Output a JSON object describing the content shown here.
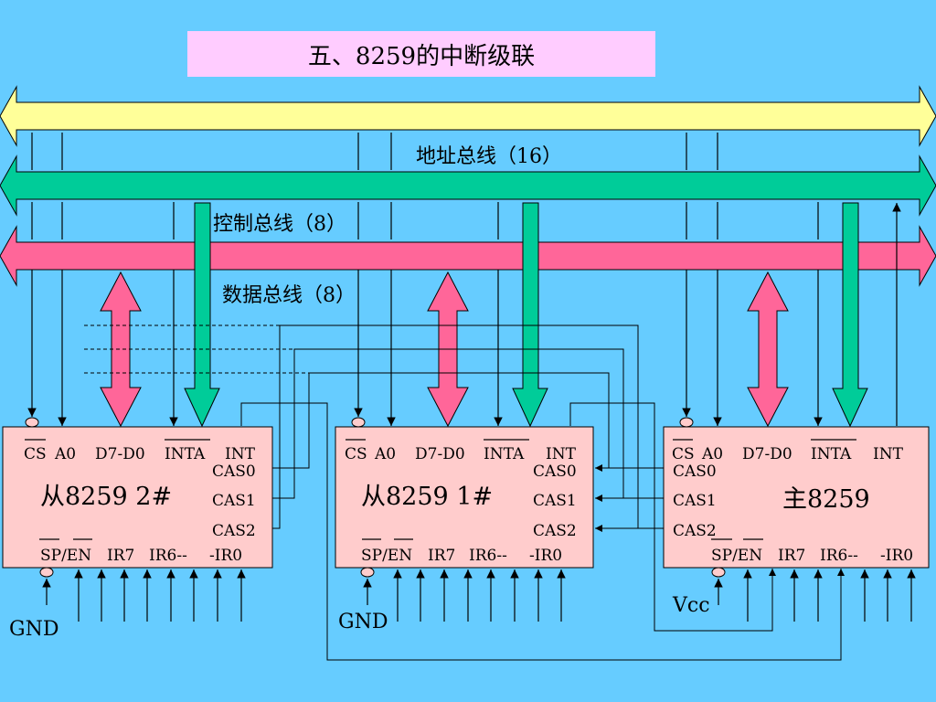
{
  "title": "五、8259的中断级联",
  "buses": {
    "address": "地址总线（16）",
    "control": "控制总线（8）",
    "data": "数据总线（8）"
  },
  "chips": [
    {
      "name": "从8259 2#",
      "top_pins": [
        "CS",
        "A0",
        "D7-D0",
        "INTA",
        "INT"
      ],
      "cas": [
        "CAS0",
        "CAS1",
        "CAS2"
      ],
      "bottom_pins": [
        "SP/EN",
        "IR7",
        "IR6--",
        "-IR0"
      ]
    },
    {
      "name": "从8259 1#",
      "top_pins": [
        "CS",
        "A0",
        "D7-D0",
        "INTA",
        "INT"
      ],
      "cas": [
        "CAS0",
        "CAS1",
        "CAS2"
      ],
      "bottom_pins": [
        "SP/EN",
        "IR7",
        "IR6--",
        "-IR0"
      ]
    },
    {
      "name": "主8259",
      "top_pins": [
        "CS",
        "A0",
        "D7-D0",
        "INTA",
        "INT"
      ],
      "cas": [
        "CAS0",
        "CAS1",
        "CAS2"
      ],
      "bottom_pins": [
        "SP/EN",
        "IR7",
        "IR6--",
        "-IR0"
      ]
    }
  ],
  "labels": {
    "gnd_left": "GND",
    "gnd_mid": "GND",
    "vcc": "Vcc"
  },
  "colors": {
    "background": "#66ccff",
    "title_box": "#ffccff",
    "address_bus": "#ffff99",
    "control_bus": "#00cc99",
    "data_bus": "#ff6699",
    "chip_fill": "#ffcccc"
  }
}
